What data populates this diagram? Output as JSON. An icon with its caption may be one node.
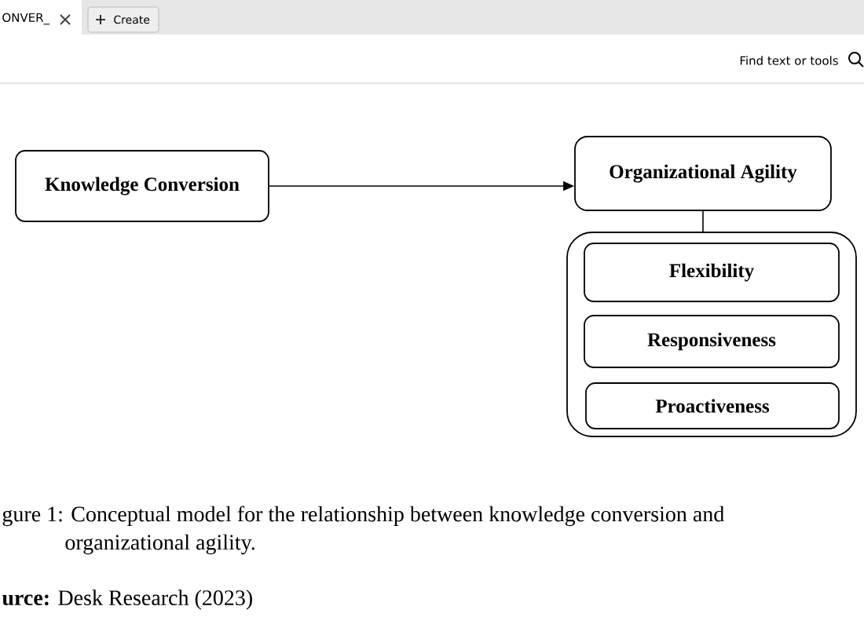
{
  "diagram": {
    "caption": "gure 1: Conceptual model for the relationship between knowledge conversion and organizational agility.",
    "nodes": [
      {
        "text": [
          "Knowledge Conversion"
        ]
      },
      {
        "text": [
          "Organizational Agility"
        ]
      },
      {
        "text": [],
        "shape": "box"
      },
      {
        "text": [
          "Flexibility"
        ],
        "in": 2
      },
      {
        "text": [
          "Responsiveness"
        ],
        "in": 2
      },
      {
        "text": [
          "Proactiveness"
        ],
        "in": 2
      }
    ],
    "edges": [
      {
        "from": 0,
        "to": 1,
        "arrow": "to"
      },
      {
        "from": 1,
        "to": 2,
        "arrow": "none"
      }
    ],
    "labels": [
      "ONVER_",
      "Create",
      "Find text or tools",
      "**urce:** Desk Research (2023)"
    ]
  }
}
